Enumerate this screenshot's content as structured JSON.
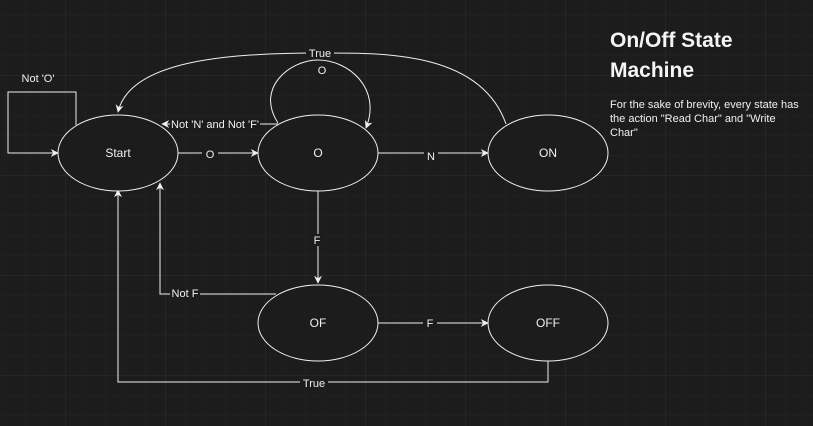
{
  "title": "On/Off State Machine",
  "description": "For the sake of brevity, every state has the action \"Read Char\" and \"Write Char\"",
  "colors": {
    "background": "#1c1c1c",
    "stroke": "#f0f0f0",
    "text": "#f0f0f0"
  },
  "states": {
    "start": "Start",
    "o": "O",
    "on": "ON",
    "of": "OF",
    "off": "OFF"
  },
  "edges": {
    "not_o": "Not 'O'",
    "start_to_o": "O",
    "o_to_start": "Not 'N' and Not 'F'",
    "o_self": "O",
    "on_to_start": "True",
    "o_to_on": "N",
    "o_to_of": "F",
    "of_to_start": "Not F",
    "of_to_off": "F",
    "off_to_start": "True"
  }
}
